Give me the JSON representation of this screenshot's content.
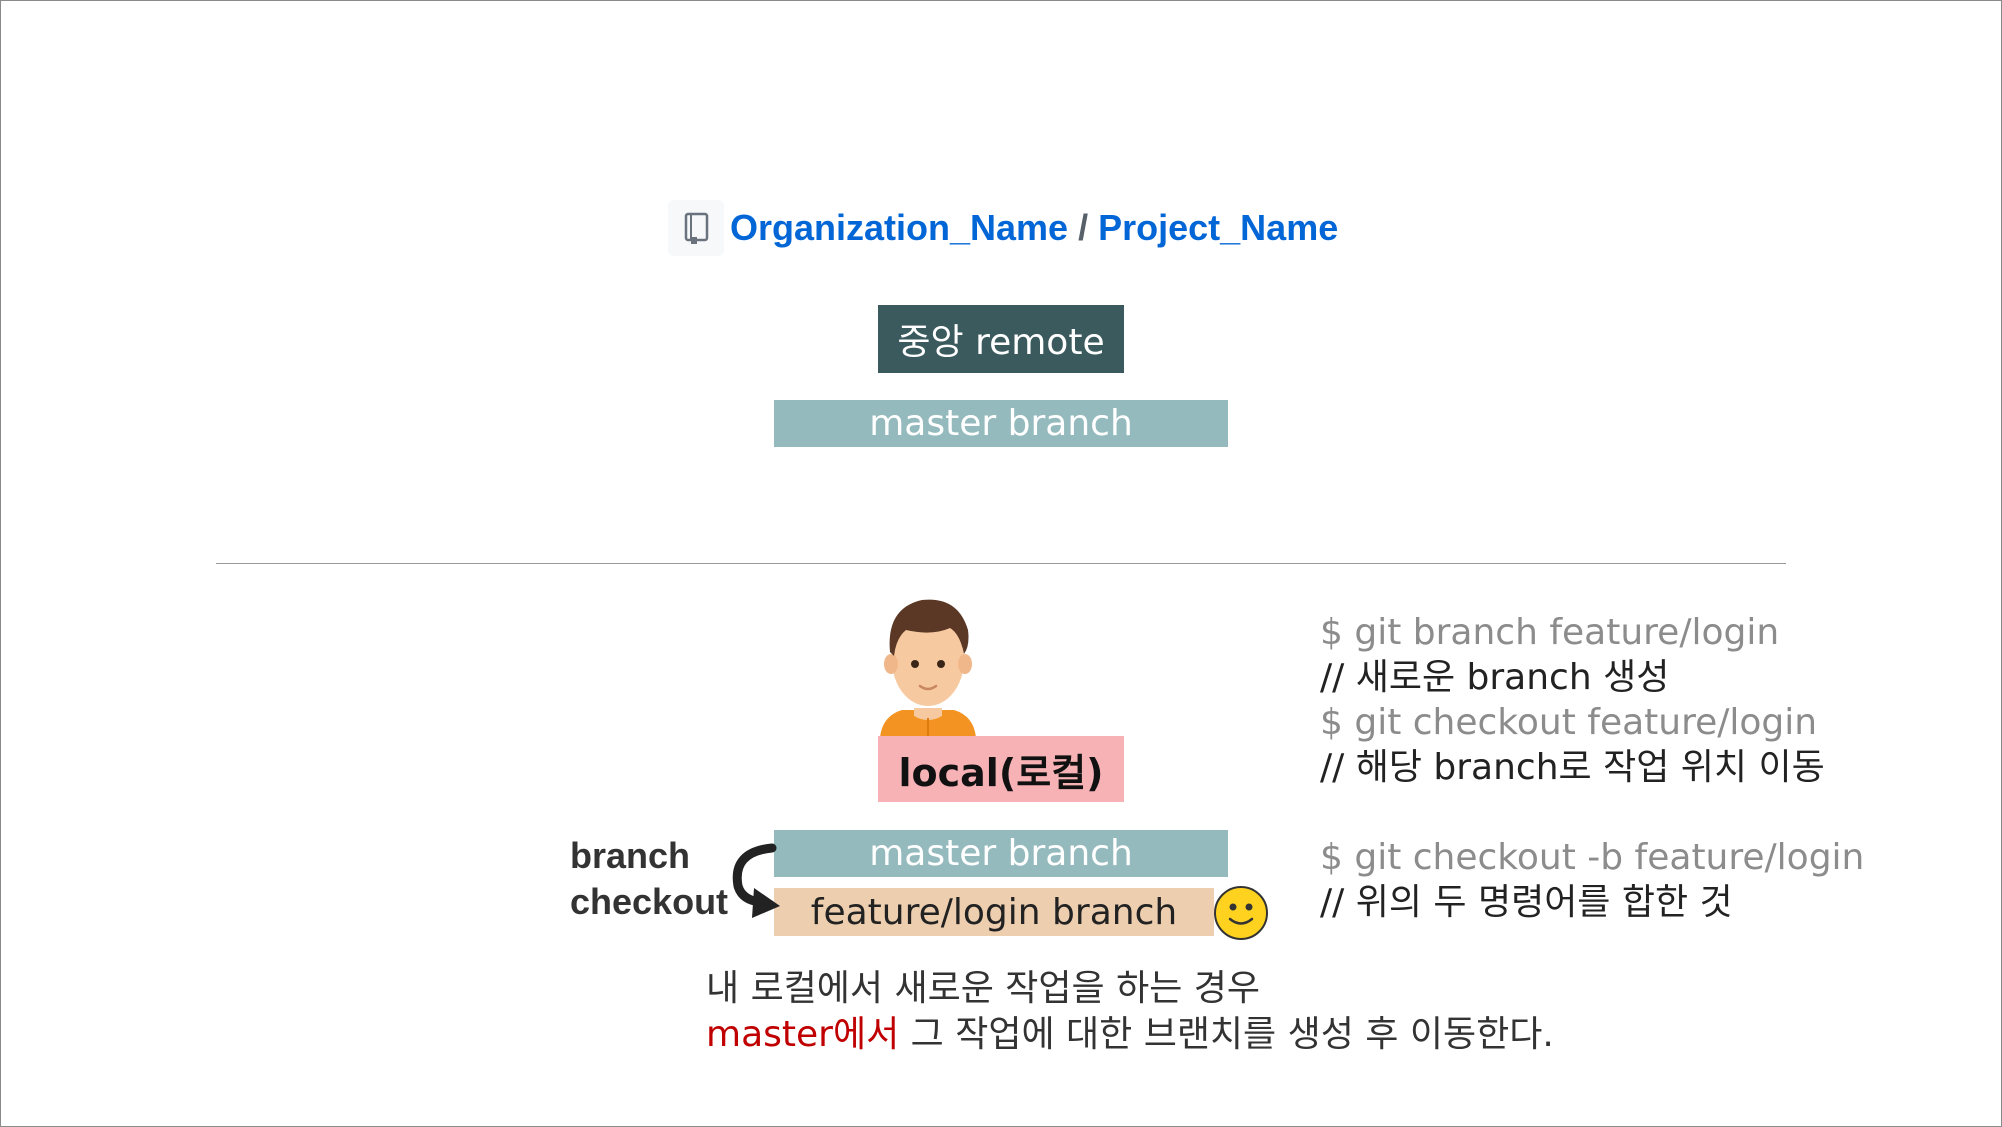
{
  "repo": {
    "org": "Organization_Name",
    "separator": "/",
    "project": "Project_Name",
    "icon": "repo-book-icon"
  },
  "remote": {
    "label": "중앙 remote",
    "master_branch": "master branch"
  },
  "local": {
    "label": "local(로컬)",
    "avatar": "developer-avatar-icon",
    "master_branch": "master branch",
    "feature_branch": "feature/login branch",
    "smiley": "smiley-icon",
    "checkout_label_line1": "branch",
    "checkout_label_line2": "checkout"
  },
  "commands": [
    {
      "text": "$ git branch feature/login",
      "kind": "command"
    },
    {
      "text": "// 새로운 branch 생성",
      "kind": "comment"
    },
    {
      "text": "$ git checkout feature/login",
      "kind": "command"
    },
    {
      "text": "// 해당 branch로 작업 위치 이동",
      "kind": "comment"
    },
    {
      "text": "$ git checkout -b feature/login",
      "kind": "command"
    },
    {
      "text": "// 위의 두 명령어를 합한 것",
      "kind": "comment"
    }
  ],
  "description": {
    "line1": "내 로컬에서 새로운 작업을 하는 경우",
    "line2_highlight": "master에서",
    "line2_rest": " 그 작업에 대한 브랜치를 생성 후 이동한다."
  },
  "colors": {
    "remote_box": "#3b5a5e",
    "branch_box": "#94babd",
    "local_box": "#f7b2b6",
    "feature_box": "#edcfb0",
    "link": "#0366d6",
    "highlight": "#c00000"
  }
}
